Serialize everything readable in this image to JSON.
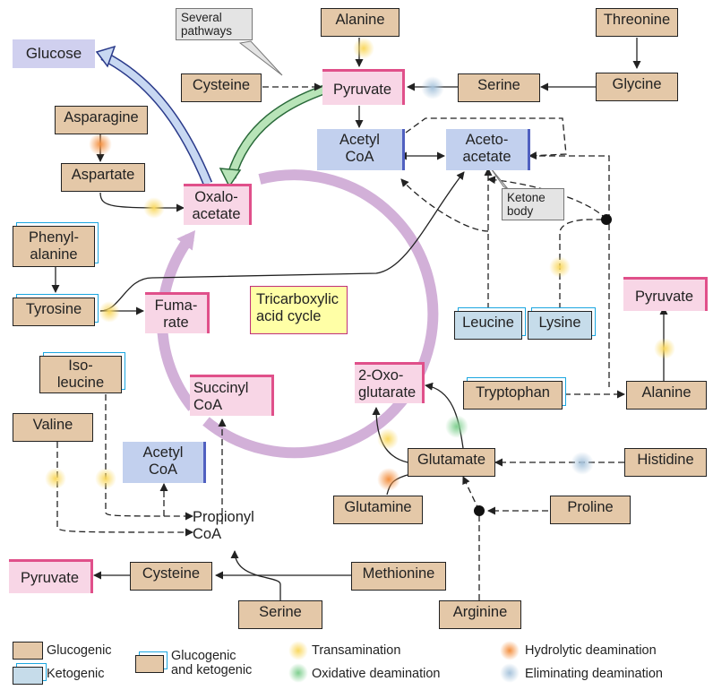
{
  "nodes": {
    "glucose": "Glucose",
    "alanine_top": "Alanine",
    "threonine": "Threonine",
    "cysteine_top": "Cysteine",
    "pyruvate_top": "Pyruvate",
    "serine_top": "Serine",
    "glycine": "Glycine",
    "asparagine": "Asparagine",
    "acetyl_coa_top": "Acetyl\nCoA",
    "acetoacetate": "Aceto-\nacetate",
    "aspartate": "Aspartate",
    "oxaloacetate": "Oxalo-\nacetate",
    "phenylalanine": "Phenyl-\nalanine",
    "tyrosine": "Tyrosine",
    "fumarate": "Fuma-\nrate",
    "tca": "Tricarboxylic\nacid cycle",
    "leucine": "Leucine",
    "lysine": "Lysine",
    "pyruvate_right": "Pyruvate",
    "isoleucine": "Iso-\nleucine",
    "succinyl_coa": "Succinyl\nCoA",
    "oxoglutarate": "2-Oxo-\nglutarate",
    "tryptophan": "Tryptophan",
    "alanine_right": "Alanine",
    "valine": "Valine",
    "acetyl_coa_mid": "Acetyl\nCoA",
    "glutamate": "Glutamate",
    "histidine": "Histidine",
    "glutamine": "Glutamine",
    "proline": "Proline",
    "propionyl_coa": "Propionyl\nCoA",
    "pyruvate_bottom": "Pyruvate",
    "cysteine_bottom": "Cysteine",
    "methionine": "Methionine",
    "serine_bottom": "Serine",
    "arginine": "Arginine"
  },
  "callouts": {
    "several_pathways": "Several\npathways",
    "ketone_body": "Ketone\nbody"
  },
  "legend": {
    "glucogenic": "Glucogenic",
    "ketogenic": "Ketogenic",
    "glucogenic_and_ketogenic": "Glucogenic\nand ketogenic",
    "transamination": "Transamination",
    "oxidative_deamination": "Oxidative deamination",
    "hydrolytic_deamination": "Hydrolytic deamination",
    "eliminating_deamination": "Eliminating deamination"
  },
  "colors": {
    "glucogenic_fill": "#e4c8a8",
    "ketogenic_fill": "#c6dcea",
    "ketogenic_border": "#1aa6e0",
    "pyruvate_pink": "#f8d6e6",
    "pink_accent": "#e0508a",
    "coa_blue": "#c2d0ee",
    "glucose_lavender": "#d0d0ef",
    "tca_ring": "#d2b0d8",
    "tca_label_fill": "#ffffa6",
    "transamination": "#f9d860",
    "oxidative": "#7fcf8f",
    "hydrolytic": "#f39040",
    "eliminating": "#a8c4dc"
  }
}
